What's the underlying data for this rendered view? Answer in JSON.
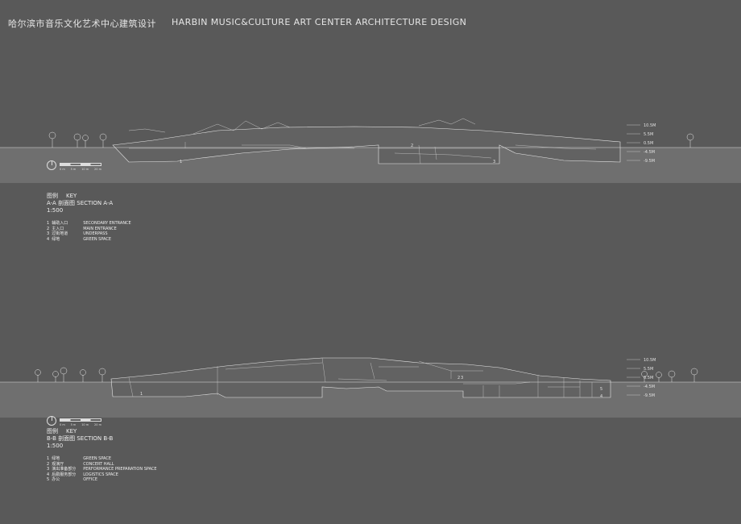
{
  "header": {
    "title_cn": "哈尔滨市音乐文化艺术中心建筑设计",
    "title_en": "HARBIN MUSIC&CULTURE ART CENTER ARCHITECTURE DESIGN"
  },
  "scale_labels": [
    "0 m",
    "5 m",
    "10 m",
    "20 m"
  ],
  "levels": [
    "10.5M",
    "5.5M",
    "0.5M",
    "-4.5M",
    "-9.5M"
  ],
  "section_a": {
    "key_cn": "图例",
    "key_en": "KEY",
    "name": "A-A 剖面图  SECTION A-A",
    "scale": "1:500",
    "items": [
      {
        "num": "1",
        "cn": "辅助入口",
        "en": "SECONDARY ENTRANCE"
      },
      {
        "num": "2",
        "cn": "主入口",
        "en": "MAIN ENTRANCE"
      },
      {
        "num": "3",
        "cn": "过街地道",
        "en": "UNDERPASS"
      },
      {
        "num": "4",
        "cn": "绿地",
        "en": "GREEN SPACE"
      }
    ],
    "labels": [
      "1",
      "2",
      "3"
    ]
  },
  "section_b": {
    "key_cn": "图例",
    "key_en": "KEY",
    "name": "B-B 剖面图  SECTION B-B",
    "scale": "1:500",
    "items": [
      {
        "num": "1",
        "cn": "绿地",
        "en": "GREEN SPACE"
      },
      {
        "num": "2",
        "cn": "观演厅",
        "en": "CONCERT HALL"
      },
      {
        "num": "3",
        "cn": "演出准备部分",
        "en": "PERFORMANCE PREPARATION SPACE"
      },
      {
        "num": "4",
        "cn": "后勤服务部分",
        "en": "LOGISTICS SPACE"
      },
      {
        "num": "5",
        "cn": "办公",
        "en": "OFFICE"
      }
    ],
    "labels": [
      "1",
      "2",
      "3",
      "4",
      "5"
    ]
  }
}
